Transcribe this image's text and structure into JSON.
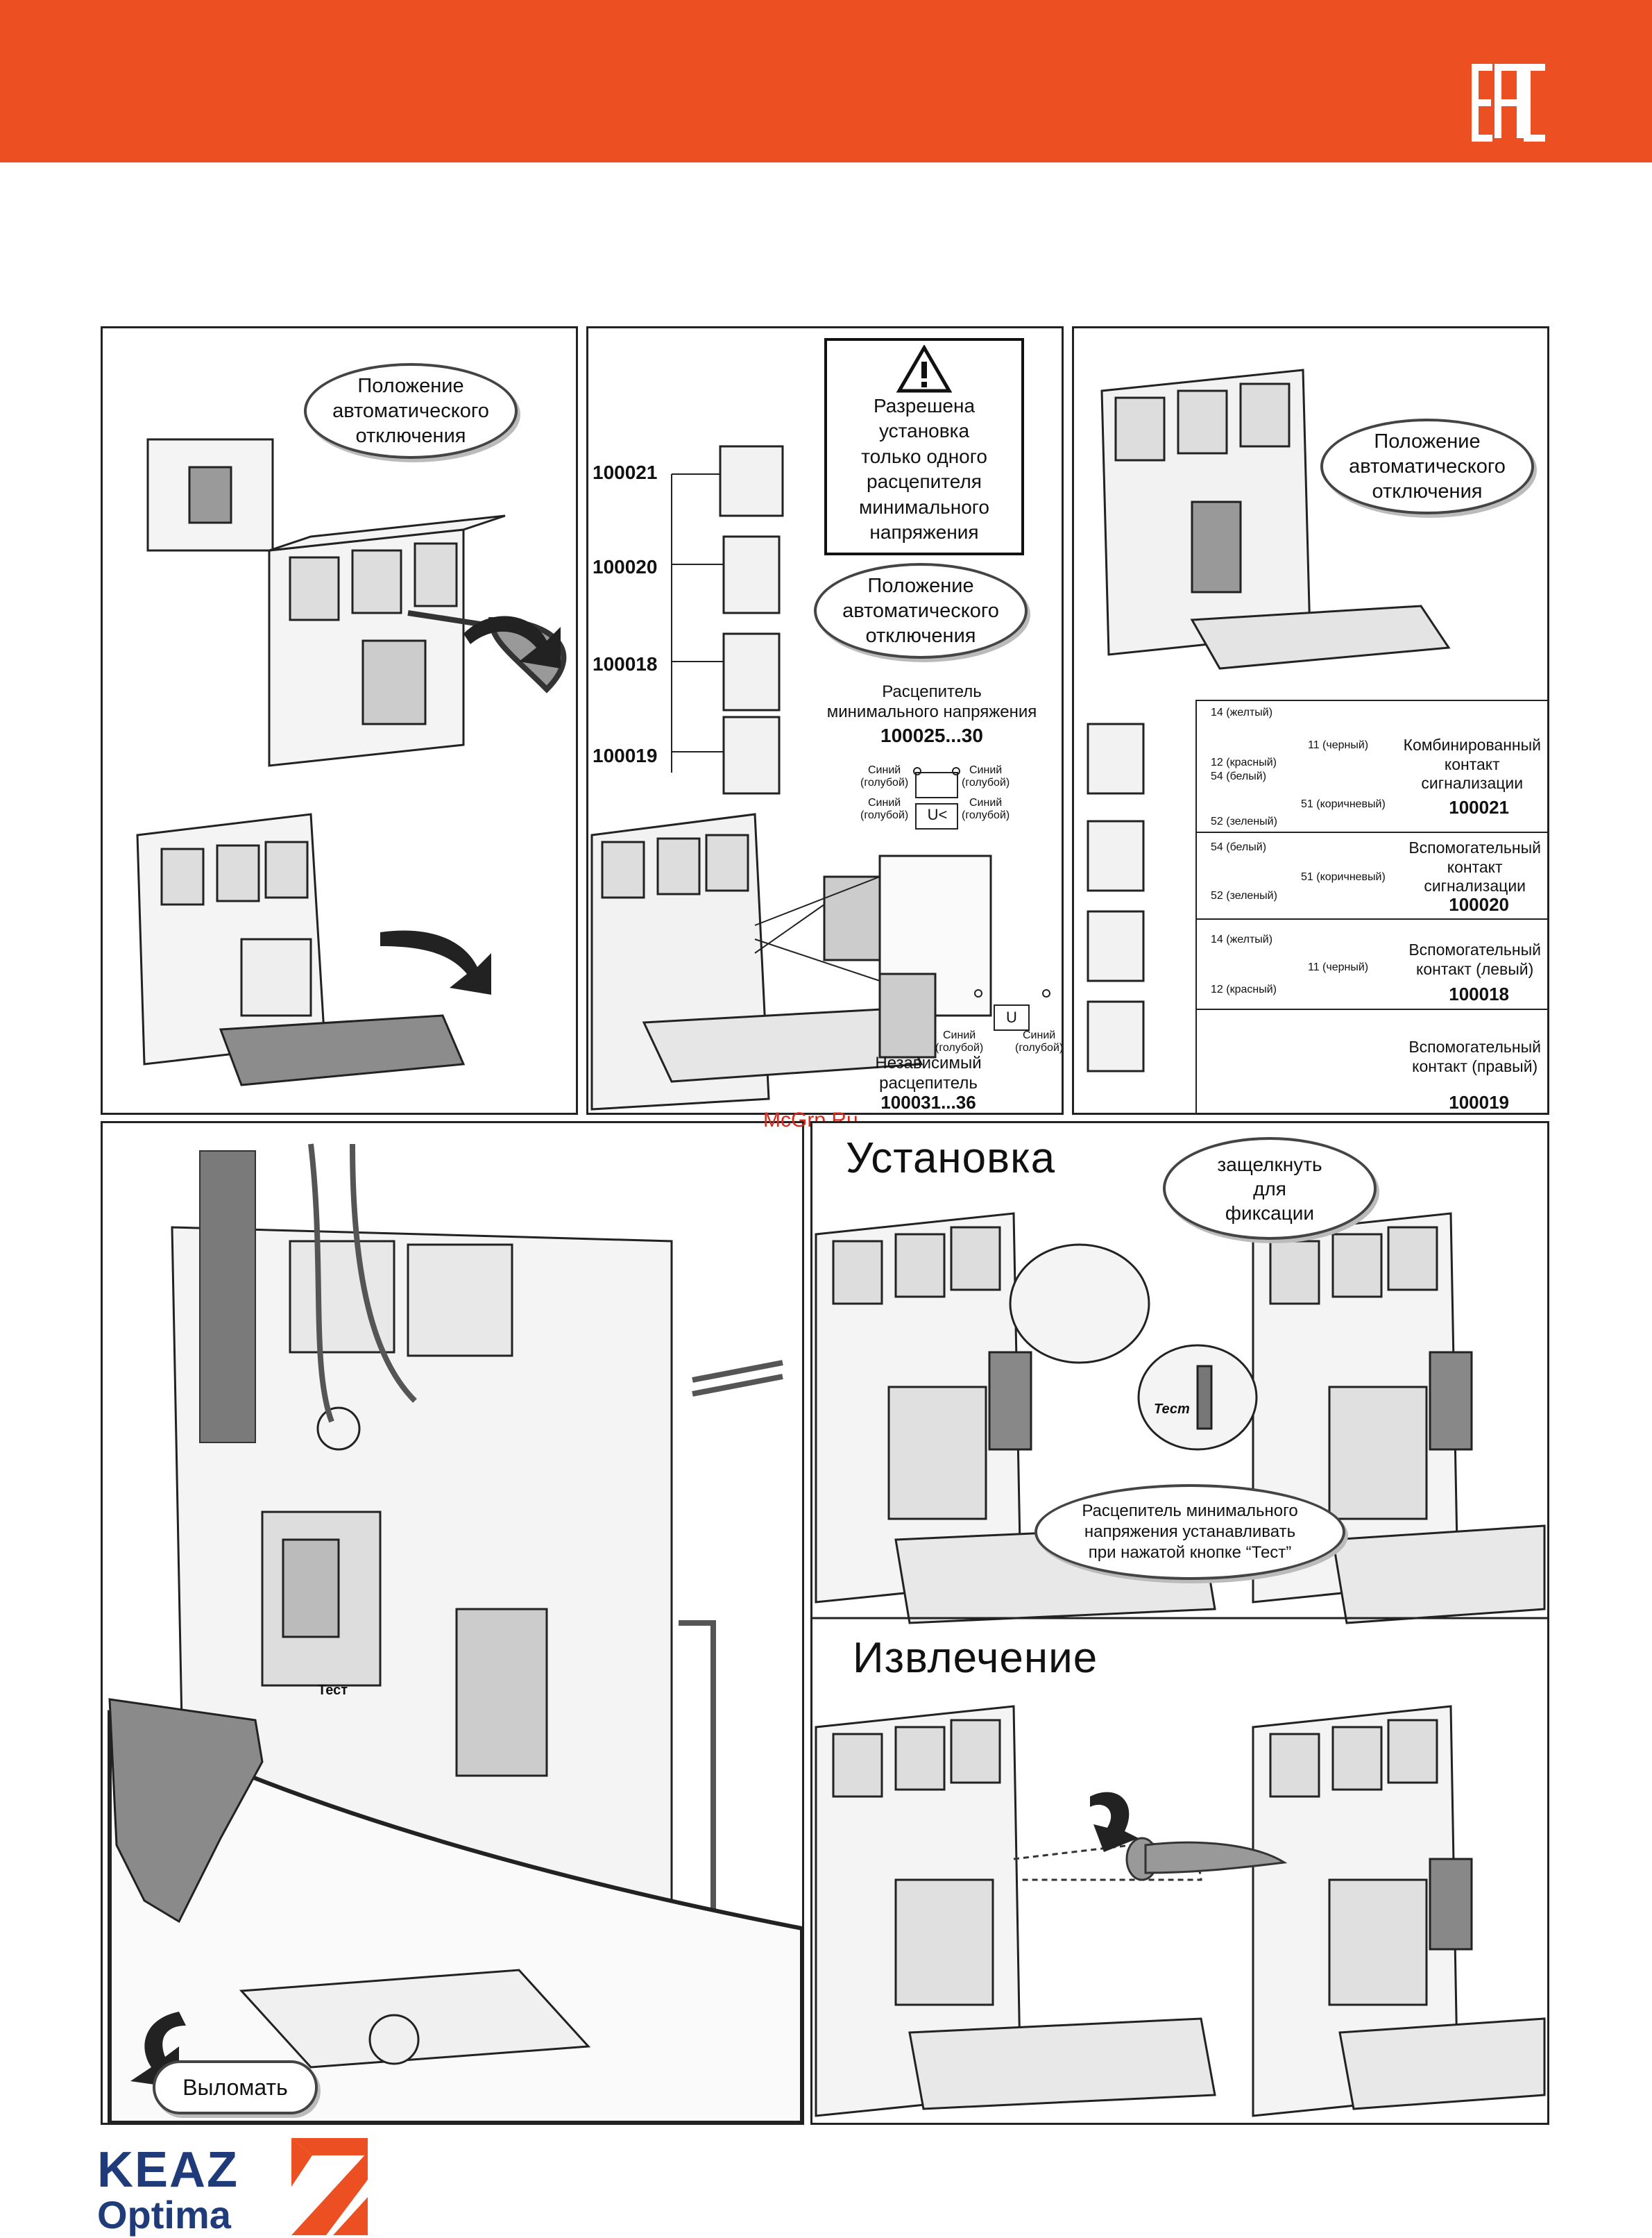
{
  "header": {
    "logo": "EAC",
    "brand_color": "#ec4f21"
  },
  "panel1": {
    "bubble": "Положение\nавтоматического\nотключения"
  },
  "panel2": {
    "codes": [
      "100021",
      "100020",
      "100018",
      "100019"
    ],
    "warning": "Разрешена\nустановка\nтолько одного\nрасцепителя\nминимального\nнапряжения",
    "bubble": "Положение\nавтоматического\nотключения",
    "uvr_title": "Расцепитель\nминимального напряжения",
    "uvr_code": "100025...30",
    "wire_blue": "Синий\n(голубой)",
    "symbol_uv": "U<",
    "symbol_u": "U",
    "shunt_title": "Независимый\nрасцепитель",
    "shunt_code": "100031...36"
  },
  "panel3": {
    "bubble": "Положение\nавтоматического\nотключения",
    "legend": [
      {
        "wires": [
          "14 (желтый)",
          "11 (черный)",
          "12 (красный)",
          "54 (белый)",
          "51 (коричневый)",
          "52 (зеленый)"
        ],
        "name": "Комбинированный\nконтакт\nсигнализации",
        "code": "100021"
      },
      {
        "wires": [
          "54 (белый)",
          "51 (коричневый)",
          "52 (зеленый)"
        ],
        "name": "Вспомогательный\nконтакт\nсигнализации",
        "code": "100020"
      },
      {
        "wires": [
          "14 (желтый)",
          "11 (черный)",
          "12 (красный)"
        ],
        "name": "Вспомогательный\nконтакт (левый)",
        "code": "100018"
      },
      {
        "wires": [],
        "name": "Вспомогательный\nконтакт (правый)",
        "code": "100019"
      }
    ]
  },
  "panel4": {
    "test_label": "Тест",
    "bubble": "Выломать"
  },
  "panel5": {
    "watermark": "McGrp.Ru",
    "install_title": "Установка",
    "snap_bubble": "защелкнуть\nдля\nфиксации",
    "test_label": "Тест",
    "install_note": "Расцепитель минимального\nнапряжения устанавливать\nпри нажатой кнопке “Тест”",
    "remove_title": "Извлечение"
  },
  "footer": {
    "brand_line1": "KEAZ",
    "brand_line2": "Optima",
    "brand_color": "#1f3b7a",
    "accent": "#ec4f21"
  }
}
